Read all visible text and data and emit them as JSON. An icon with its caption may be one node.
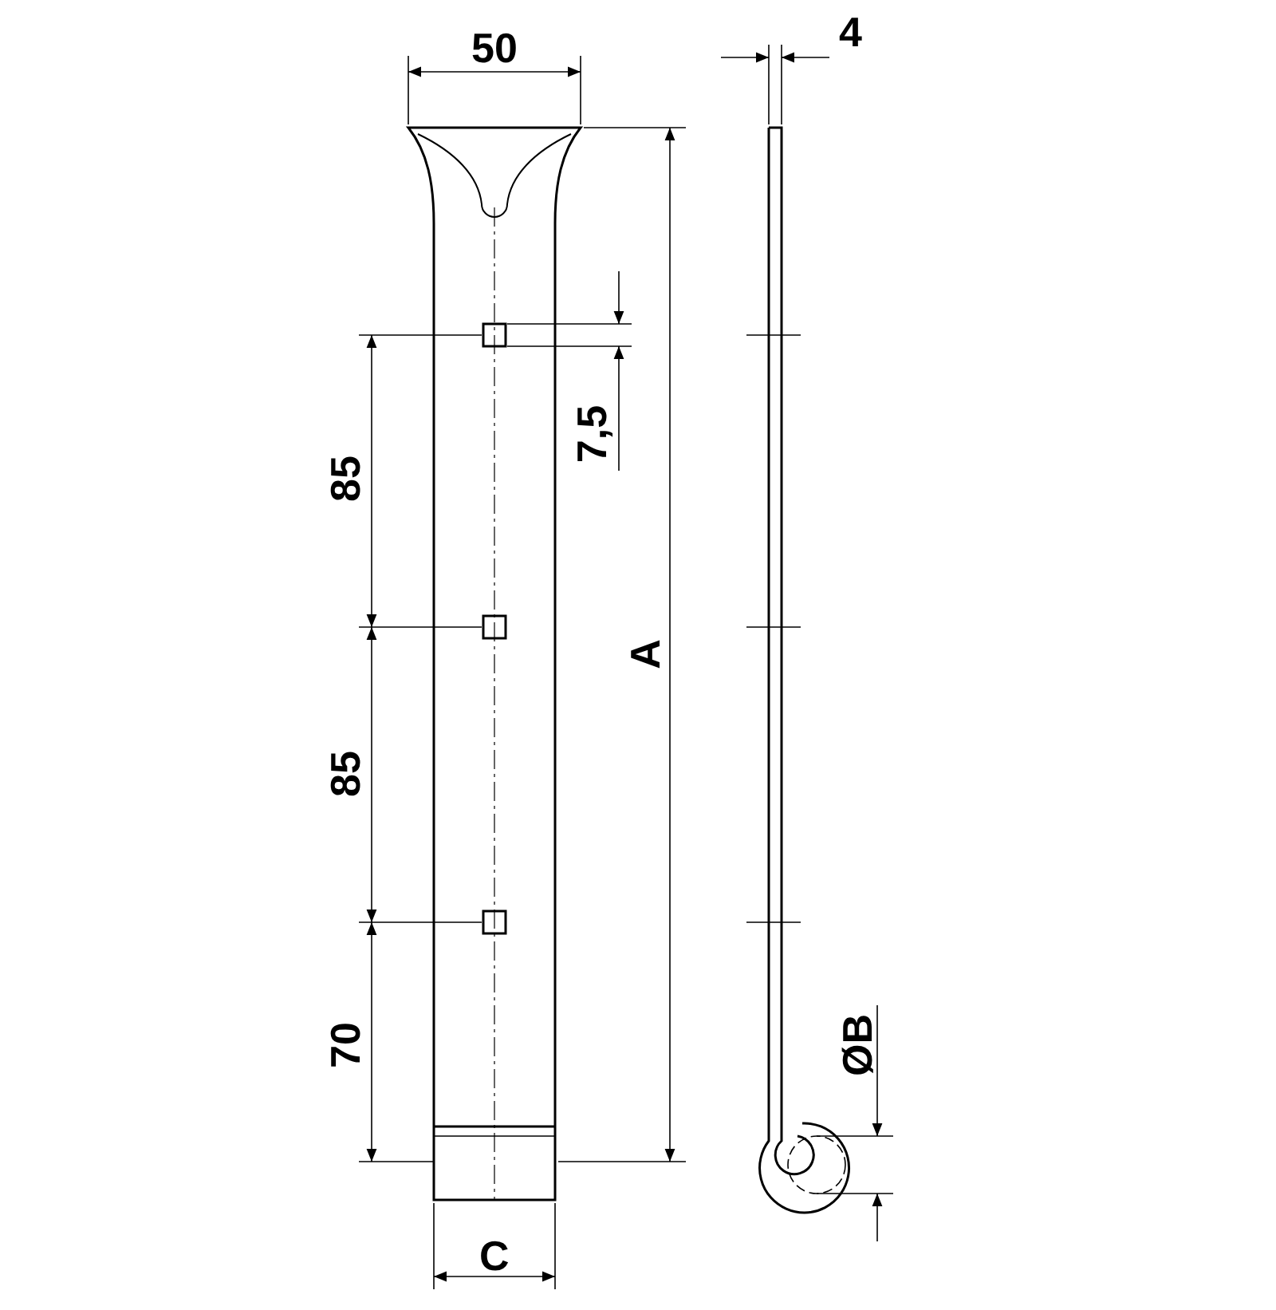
{
  "diagram": {
    "labels": [
      "50",
      "4",
      "7,5",
      "85",
      "85",
      "70",
      "A",
      "ØB",
      "C"
    ]
  }
}
